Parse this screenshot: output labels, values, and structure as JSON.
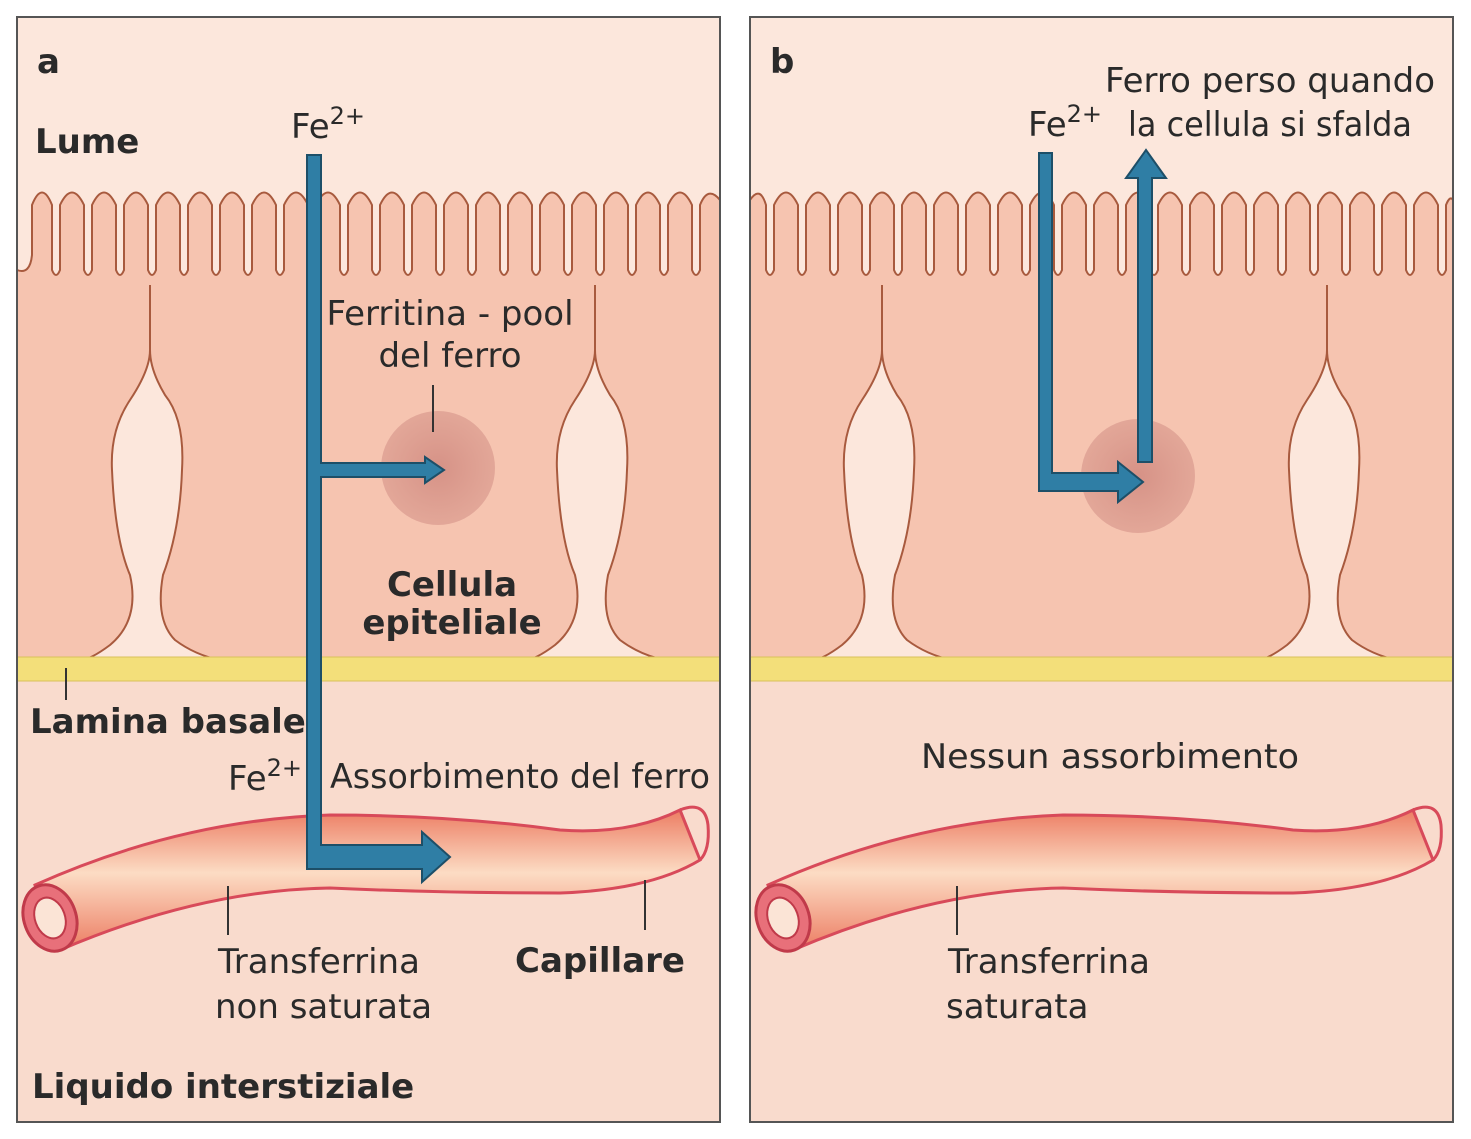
{
  "colors": {
    "lumen_bg": "#fce7dc",
    "cell_fill": "#f6c4b0",
    "cell_stroke": "#a85a3e",
    "basal_lamina": "#f3df7a",
    "interstitial_bg": "#f9dbcd",
    "arrow": "#2f7ea5",
    "arrow_stroke": "#1d4f68",
    "ferritin": "#d99a8e",
    "capillary_rim": "#d84a5a",
    "capillary_mid": "#fbd7bf",
    "capillary_edge": "#ee8a6e"
  },
  "panel_a": {
    "letter": "a",
    "lumen": "Lume",
    "fe_top": {
      "base": "Fe",
      "sup": "2+"
    },
    "ferritin_line1": "Ferritina - pool",
    "ferritin_line2": "del ferro",
    "cell_line1": "Cellula",
    "cell_line2": "epiteliale",
    "basal_lamina": "Lamina basale",
    "fe_bottom": {
      "base": "Fe",
      "sup": "2+"
    },
    "absorption": "Assorbimento del ferro",
    "transferrin_line1": "Transferrina",
    "transferrin_line2": "non saturata",
    "capillary": "Capillare",
    "interstitial": "Liquido interstiziale"
  },
  "panel_b": {
    "letter": "b",
    "fe_top": {
      "base": "Fe",
      "sup": "2+"
    },
    "lost_line1": "Ferro perso quando",
    "lost_line2": "la cellula si sfalda",
    "no_absorption": "Nessun assorbimento",
    "transferrin_line1": "Transferrina",
    "transferrin_line2": "saturata"
  }
}
